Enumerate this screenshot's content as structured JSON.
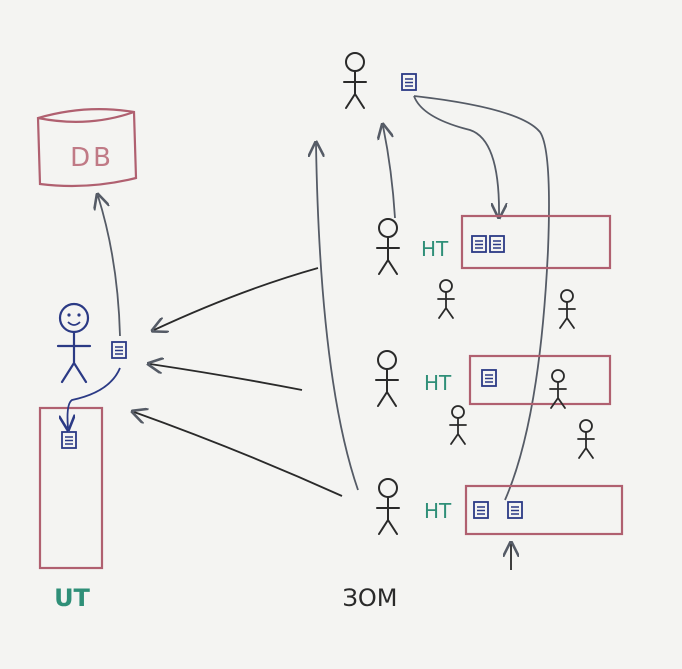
{
  "labels": {
    "db": "DB",
    "ut": "UT",
    "ht1": "HT",
    "ht2": "HT",
    "ht3": "HT",
    "bom": "ЗОМ"
  },
  "colors": {
    "board": "#f4f4f2",
    "box_stroke": "#b06070",
    "ink_dark": "#2a2a2a",
    "ink_blue": "#2b3a85",
    "label_green": "#2f8f78",
    "arrow_gray": "#555b66"
  },
  "icons": [
    "stick-figure-icon",
    "document-icon",
    "smiley-figure-icon"
  ]
}
